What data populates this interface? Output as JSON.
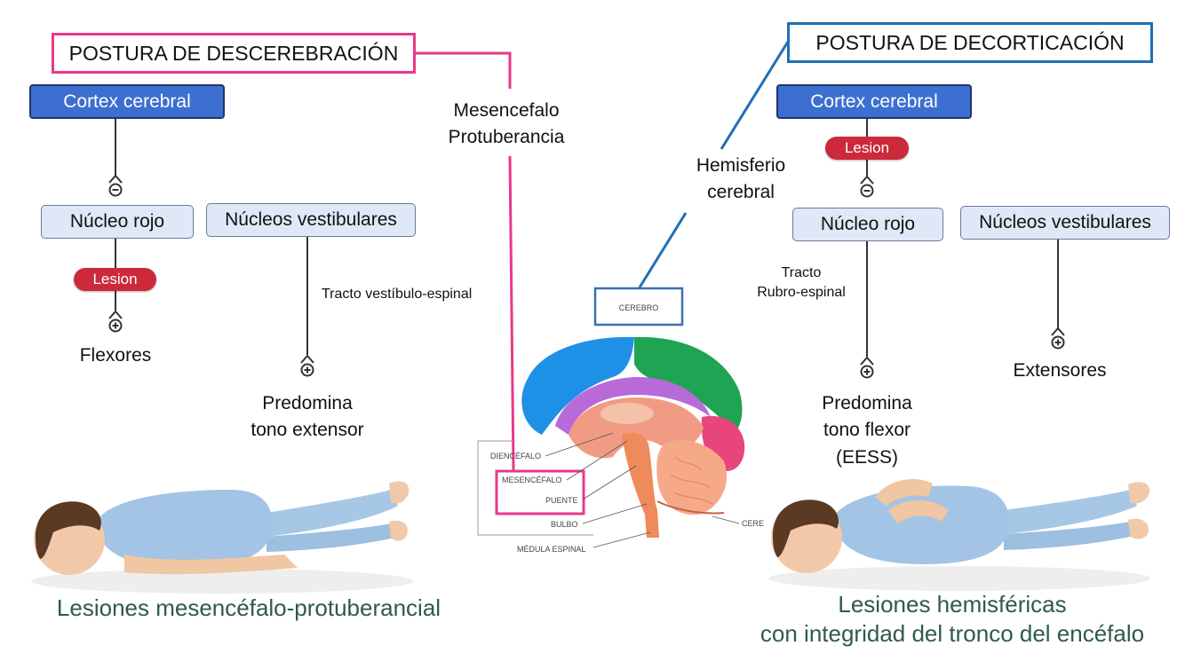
{
  "left": {
    "title": "POSTURA DE DESCEREBRACIÓN",
    "cortex": "Cortex cerebral",
    "nucleo_rojo": "Núcleo rojo",
    "nucleos_vestibulares": "Núcleos vestibulares",
    "lesion": "Lesion",
    "tracto": "Tracto vestíbulo-espinal",
    "flexores": "Flexores",
    "predomina_line1": "Predomina",
    "predomina_line2": "tono extensor",
    "caption": "Lesiones mesencéfalo-protuberancial"
  },
  "middle": {
    "label_line1": "Mesencefalo",
    "label_line2": "Protuberancia",
    "hemisferio_line1": "Hemisferio",
    "hemisferio_line2": "cerebral"
  },
  "brain": {
    "cerebro": "CEREBRO",
    "diencefalo": "DIENCÉFALO",
    "mesencefalo": "MESENCÉFALO",
    "puente": "PUENTE",
    "bulbo": "BULBO",
    "medula": "MÉDULA ESPINAL",
    "cerebelo": "CERE"
  },
  "right": {
    "title": "POSTURA DE DECORTICACIÓN",
    "cortex": "Cortex cerebral",
    "lesion": "Lesion",
    "nucleo_rojo": "Núcleo rojo",
    "nucleos_vestibulares": "Núcleos vestibulares",
    "tracto_line1": "Tracto",
    "tracto_line2": "Rubro-espinal",
    "extensores": "Extensores",
    "predomina_line1": "Predomina",
    "predomina_line2": "tono flexor",
    "predomina_line3": "(EESS)",
    "caption_line1": "Lesiones hemisféricas",
    "caption_line2": "con integridad del tronco del encéfalo"
  },
  "colors": {
    "pink": "#e8398a",
    "blue_accent": "#1f6fb5",
    "cortex_fill": "#3c6fd0",
    "lesion_fill": "#cc2a3b",
    "caption_color": "#2f5a4e"
  }
}
